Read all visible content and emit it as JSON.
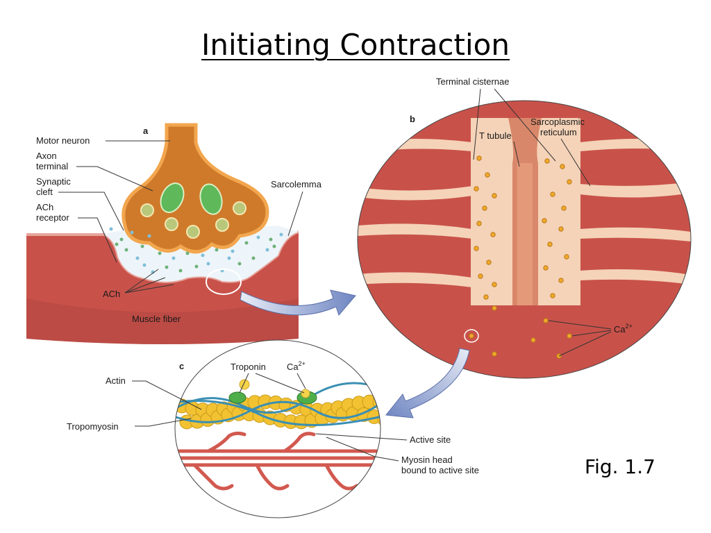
{
  "title": "Initiating Contraction",
  "figure_label": "Fig. 1.7",
  "panels": {
    "a": {
      "letter": "a",
      "labels": {
        "motor_neuron": "Motor neuron",
        "axon_terminal_1": "Axon",
        "axon_terminal_2": "terminal",
        "synaptic_cleft_1": "Synaptic",
        "synaptic_cleft_2": "cleft",
        "ach_receptor_1": "ACh",
        "ach_receptor_2": "receptor",
        "sarcolemma": "Sarcolemma",
        "ach": "ACh",
        "muscle_fiber": "Muscle fiber"
      }
    },
    "b": {
      "letter": "b",
      "labels": {
        "terminal_cisternae": "Terminal cisternae",
        "t_tubule": "T tubule",
        "sarcoplasmic_1": "Sarcoplasmic",
        "sarcoplasmic_2": "reticulum",
        "ca": "Ca",
        "ca_sup": "2+"
      }
    },
    "c": {
      "letter": "c",
      "labels": {
        "actin": "Actin",
        "troponin": "Troponin",
        "ca": "Ca",
        "ca_sup": "2+",
        "tropomyosin": "Tropomyosin",
        "active_site": "Active site",
        "myosin_1": "Myosin head",
        "myosin_2": "bound to active site"
      }
    }
  },
  "colors": {
    "muscle": "#c8524a",
    "muscle_dark": "#a63b36",
    "neuron": "#cf7a2a",
    "neuron_edge": "#f2a64e",
    "mitochondria": "#5fb85a",
    "sr": "#f5d3b8",
    "calcium": "#f0a92a",
    "actin": "#f2c232",
    "tropomyosin": "#3a8fb3",
    "troponin": "#4fae4a",
    "myosin": "#d2594f",
    "arrow": "#7f93c9"
  }
}
